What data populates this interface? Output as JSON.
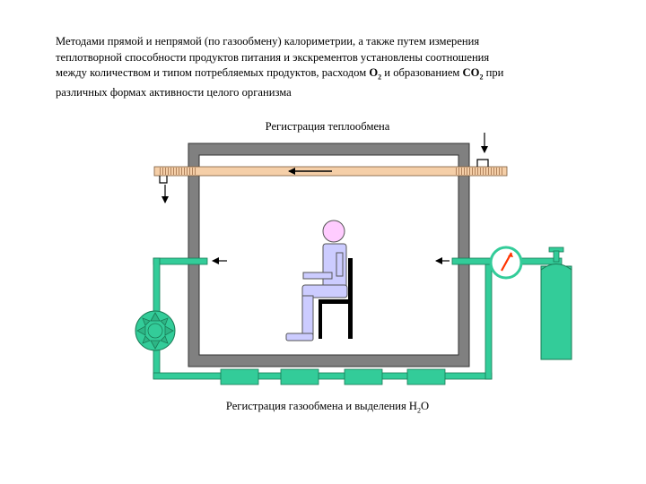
{
  "intro": {
    "line1": "Методами прямой и непрямой (по газообмену) калориметрии, а также путем измерения",
    "line2": "теплотворной способности продуктов питания и экскрементов установлены соотношения",
    "line3_before": "между количеством и типом потребляемых продуктов, расходом ",
    "o2_symbol": "O",
    "o2_subscript": "2",
    "line3_middle": " и образованием ",
    "co2_symbol": "CO",
    "co2_subscript": "2",
    "line3_after": " при",
    "line4": "различных формах активности целого организма"
  },
  "diagram": {
    "heat_label": "Регистрация теплообмена",
    "gas_label_text": "Регистрация газообмена и выделения H",
    "gas_label_subscript": "2",
    "gas_label_tail": "O"
  },
  "colors": {
    "chamber_wall": "#808080",
    "chamber_border": "#333333",
    "pipe_green": "#33cc99",
    "heat_pipe": "#f5cfa8",
    "person": "#ccccff",
    "person_head": "#ffccff",
    "gauge_needle": "#ff3300",
    "pump_fill": "#33cc99"
  }
}
